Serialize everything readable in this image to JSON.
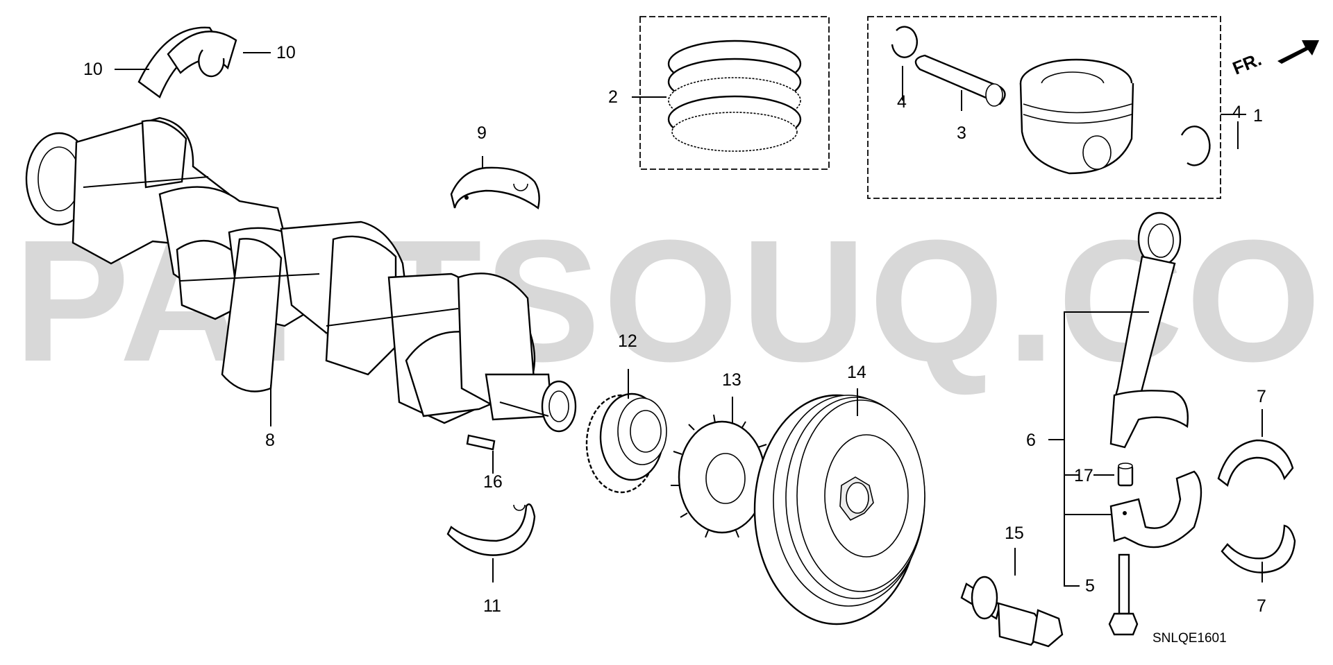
{
  "watermark": "PARTSOUQ.COM",
  "direction_mark": "FR.",
  "diagram_code": "SNLQE1601",
  "callouts": {
    "c1": "1",
    "c2": "2",
    "c3": "3",
    "c4a": "4",
    "c4b": "4",
    "c5": "5",
    "c6": "6",
    "c7a": "7",
    "c7b": "7",
    "c8": "8",
    "c9": "9",
    "c10a": "10",
    "c10b": "10",
    "c11": "11",
    "c12": "12",
    "c13": "13",
    "c14": "14",
    "c15": "15",
    "c16": "16",
    "c17": "17"
  }
}
